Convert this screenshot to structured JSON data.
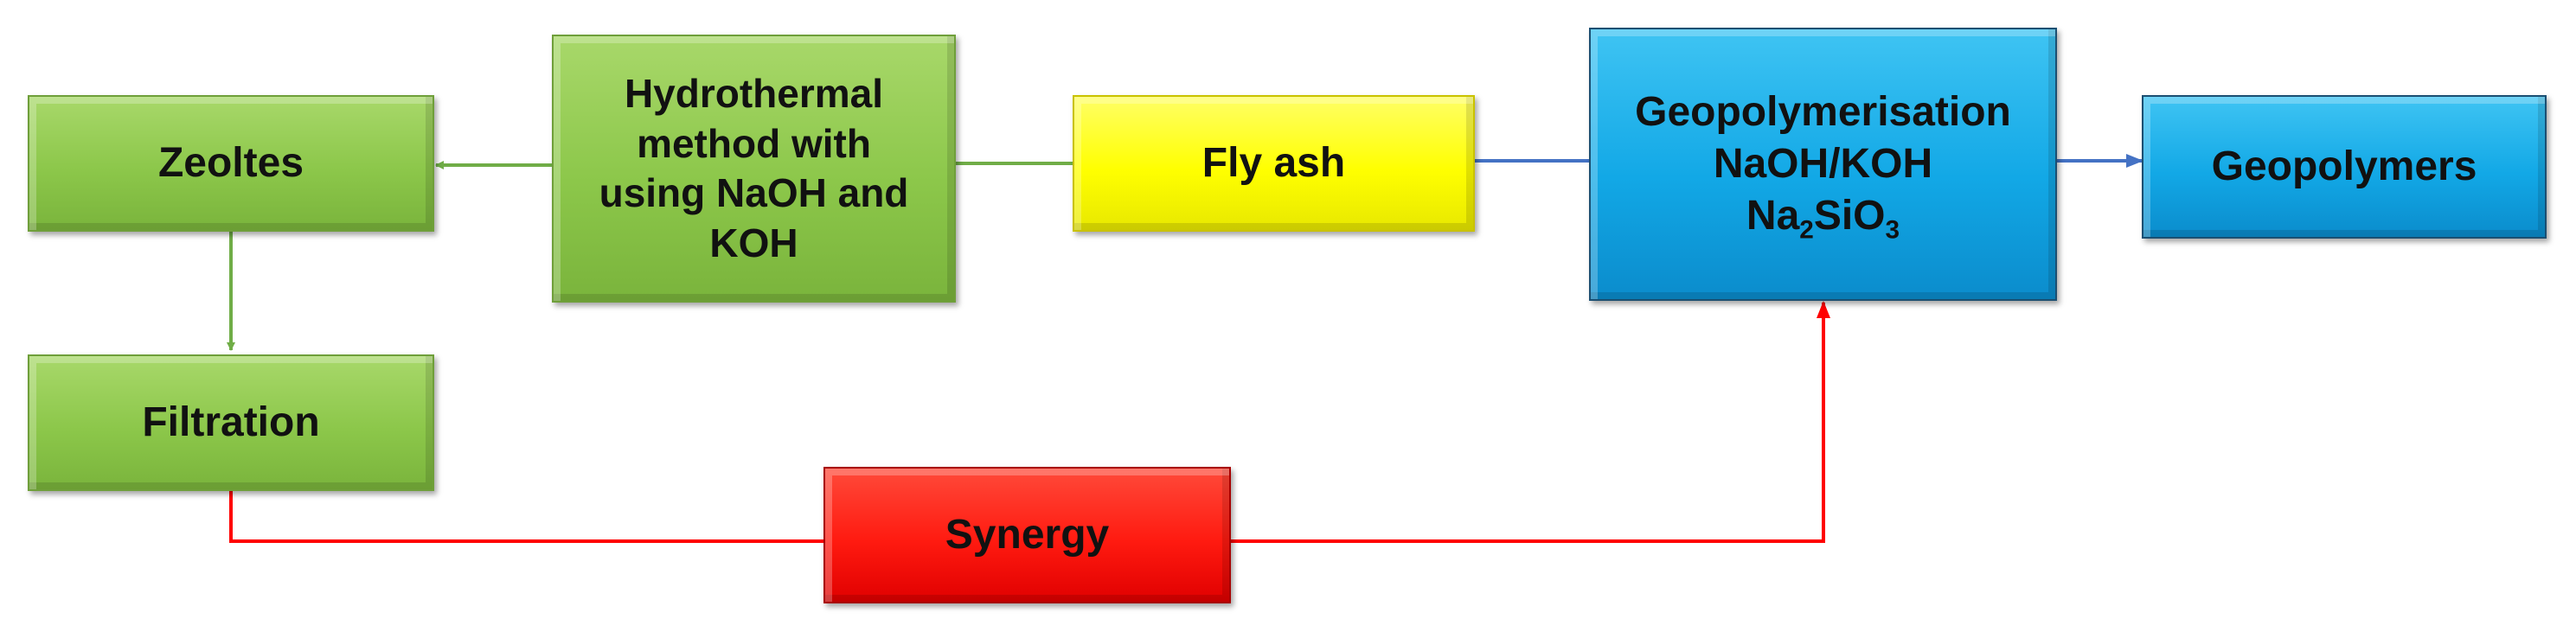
{
  "nodes": {
    "zeolites": {
      "label": "Zeoltes"
    },
    "hydrothermal": {
      "lines": [
        "Hydrothermal",
        "method with",
        "using NaOH and",
        "KOH"
      ]
    },
    "fly_ash": {
      "label": "Fly ash"
    },
    "geopolymerisation": {
      "line1": "Geopolymerisation",
      "line2": "NaOH/KOH",
      "line3_base1": "Na",
      "line3_sub1": "2",
      "line3_base2": "SiO",
      "line3_sub2": "3"
    },
    "geopolymers": {
      "label": "Geopolymers"
    },
    "filtration": {
      "label": "Filtration"
    },
    "synergy": {
      "label": "Synergy"
    }
  },
  "colors": {
    "green_path": "#70ad47",
    "blue_path": "#4472c4",
    "red_path": "#ff0000"
  }
}
